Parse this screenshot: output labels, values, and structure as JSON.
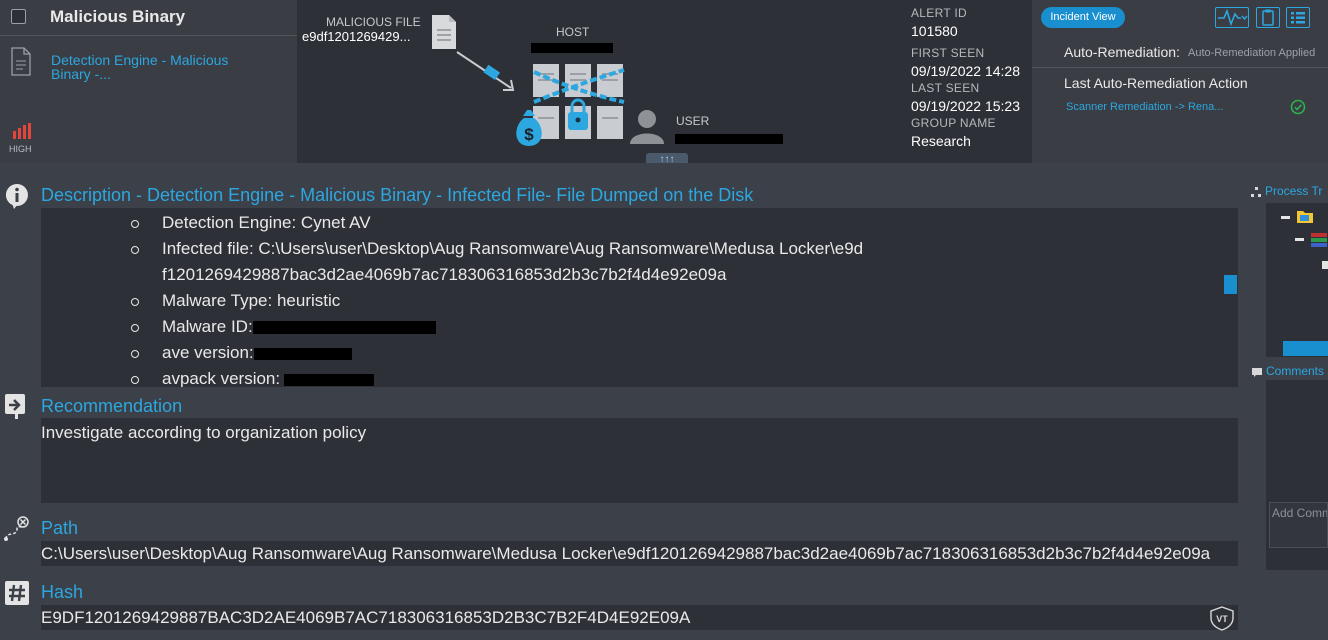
{
  "alert": {
    "title": "Malicious Binary",
    "detection_link": "Detection Engine - Malicious Binary -...",
    "severity": "HIGH"
  },
  "diagram": {
    "malicious_file_label": "MALICIOUS FILE",
    "malicious_file_value": "e9df1201269429...",
    "host_label": "HOST",
    "user_label": "USER",
    "expand_label": "↑↑↑"
  },
  "info": {
    "alert_id_label": "ALERT ID",
    "alert_id": "101580",
    "first_seen_label": "FIRST SEEN",
    "first_seen": "09/19/2022 14:28",
    "last_seen_label": "LAST SEEN",
    "last_seen": "09/19/2022 15:23",
    "group_name_label": "GROUP NAME",
    "group_name": "Research"
  },
  "remediation": {
    "incident_view_button": "Incident View",
    "auto_label": "Auto-Remediation:",
    "auto_value": "Auto-Remediation Applied",
    "last_label": "Last Auto-Remediation Action",
    "last_value": "Scanner Remediation -> Rena..."
  },
  "description": {
    "title": "Description - Detection Engine - Malicious Binary - Infected File- File Dumped on the Disk",
    "items": [
      "Detection Engine: Cynet AV",
      "Infected file: C:\\Users\\user\\Desktop\\Aug Ransomware\\Aug Ransomware\\Medusa Locker\\e9df1201269429887bac3d2ae4069b7ac718306316853d2b3c7b2f4d4e92e09a",
      "Malware Type: heuristic",
      "Malware ID:",
      "ave version:",
      "avpack version:"
    ]
  },
  "recommendation": {
    "title": "Recommendation",
    "text": "Investigate according to organization policy"
  },
  "path": {
    "title": "Path",
    "value": "C:\\Users\\user\\Desktop\\Aug Ransomware\\Aug Ransomware\\Medusa Locker\\e9df1201269429887bac3d2ae4069b7ac718306316853d2b3c7b2f4d4e92e09a"
  },
  "hash": {
    "title": "Hash",
    "value": "E9DF1201269429887BAC3D2AE4069B7AC718306316853D2B3C7B2F4D4E92E09A",
    "vt_label": "VT"
  },
  "side": {
    "process_tree_title": "Process Tr",
    "comments_title": "Comments",
    "comment_placeholder": "Add Comm"
  },
  "colors": {
    "accent": "#2ca7e0",
    "background": "#3c4049",
    "panel": "#2d3037",
    "ok": "#2bb24c"
  }
}
